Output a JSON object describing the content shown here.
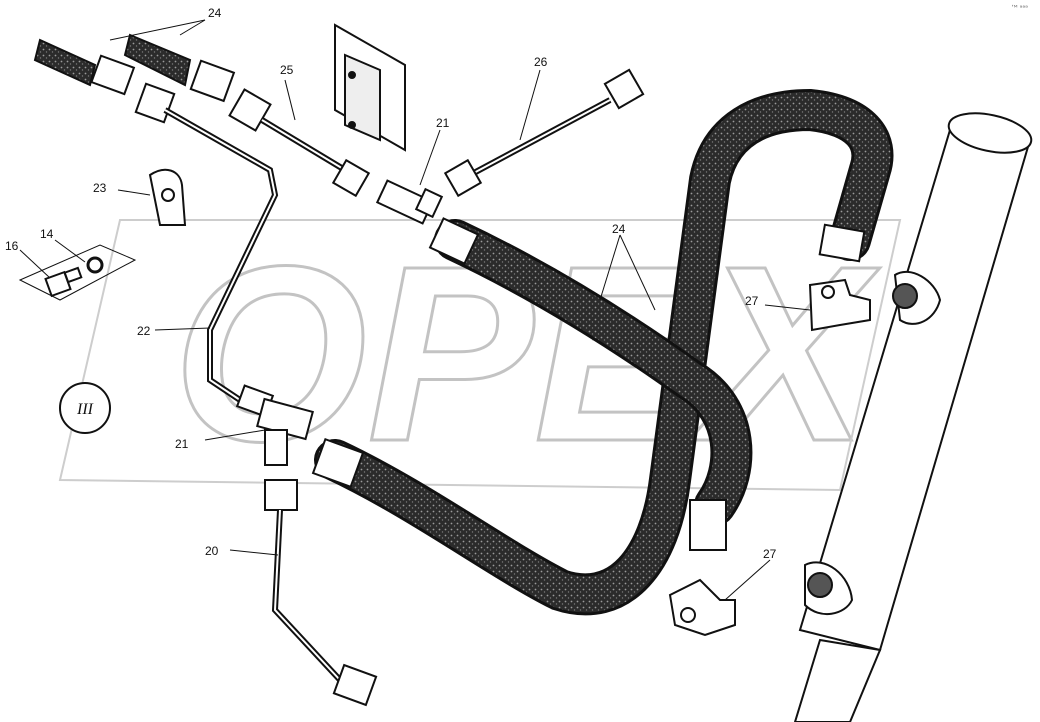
{
  "watermark": {
    "text": "OPEX"
  },
  "view_marker": {
    "label": "III"
  },
  "corner_note": "ʼᴹ ᵃᵃᵃ",
  "callouts": {
    "c24_top": "24",
    "c25": "25",
    "c26": "26",
    "c21_top": "21",
    "c23": "23",
    "c14": "14",
    "c16": "16",
    "c22": "22",
    "c24_mid": "24",
    "c27_top": "27",
    "c21_bottom": "21",
    "c20": "20",
    "c27_bottom": "27"
  },
  "colors": {
    "ink": "#111111",
    "hose": "#2a2a2a",
    "watermark": "#bdbdbd"
  }
}
